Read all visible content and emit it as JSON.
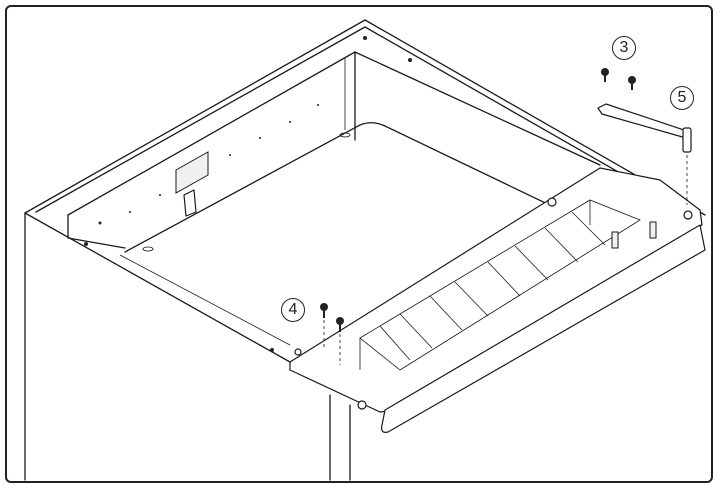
{
  "figure": {
    "callouts": [
      {
        "id": "callout-3",
        "label": "3"
      },
      {
        "id": "callout-4",
        "label": "4"
      },
      {
        "id": "callout-5",
        "label": "5"
      }
    ]
  }
}
